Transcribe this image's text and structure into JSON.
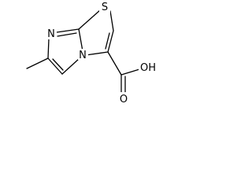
{
  "molecule": {
    "atoms": {
      "sulfur": "S",
      "imidazole_nitrogen": "N",
      "bridgehead_nitrogen": "N",
      "hydroxyl": "OH",
      "carbonyl_oxygen": "O"
    }
  }
}
